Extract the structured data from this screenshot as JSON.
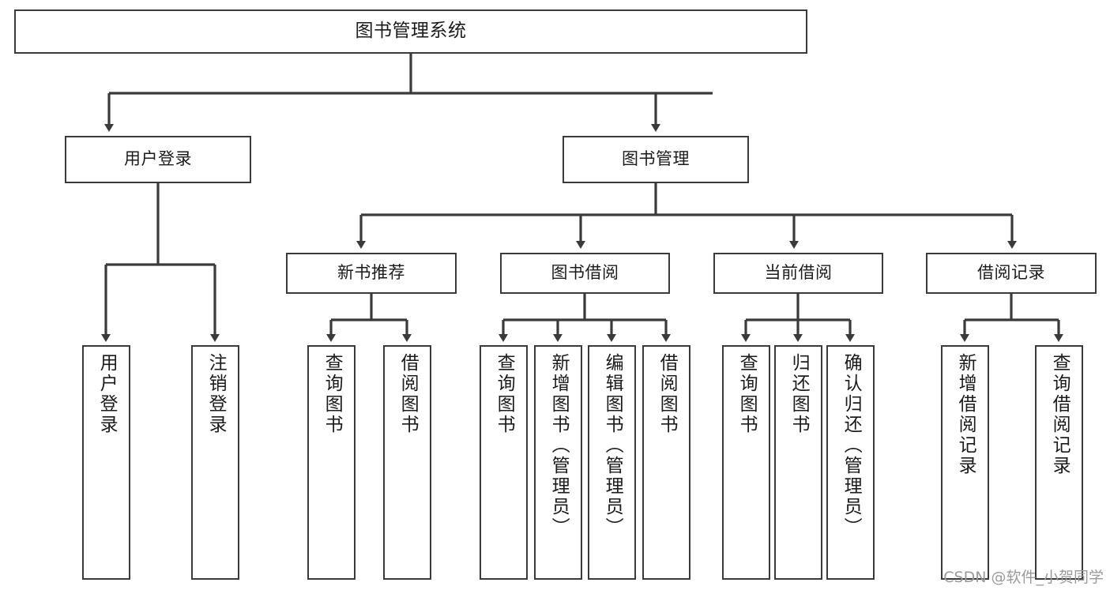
{
  "diagram": {
    "title": "图书管理系统",
    "type": "functional-structure-tree",
    "orientation": "top-down",
    "watermark": "CSDN @软件_小贺同学",
    "colors": {
      "box_border": "#3a3a3a",
      "box_fill": "#ffffff",
      "connector": "#3a3a3a",
      "text": "#1b1b1b",
      "watermark": "#9a9a9a",
      "background": "#ffffff"
    },
    "root": {
      "label": "图书管理系统"
    },
    "level2": [
      {
        "id": "user-login",
        "label": "用户登录"
      },
      {
        "id": "book-manage",
        "label": "图书管理"
      }
    ],
    "level3": [
      {
        "id": "new-book-recommend",
        "label": "新书推荐",
        "parent": "book-manage"
      },
      {
        "id": "book-borrow",
        "label": "图书借阅",
        "parent": "book-manage"
      },
      {
        "id": "current-borrow",
        "label": "当前借阅",
        "parent": "book-manage"
      },
      {
        "id": "borrow-record",
        "label": "借阅记录",
        "parent": "book-manage"
      }
    ],
    "leaves": {
      "user-login": [
        {
          "id": "leaf-user-login",
          "label": "用户登录"
        },
        {
          "id": "leaf-user-logout",
          "label": "注销登录"
        }
      ],
      "new-book-recommend": [
        {
          "id": "leaf-query-book-1",
          "label": "查询图书"
        },
        {
          "id": "leaf-borrow-book-1",
          "label": "借阅图书"
        }
      ],
      "book-borrow": [
        {
          "id": "leaf-query-book-2",
          "label": "查询图书"
        },
        {
          "id": "leaf-add-book",
          "label": "新增图书（管理员）"
        },
        {
          "id": "leaf-edit-book",
          "label": "编辑图书（管理员）"
        },
        {
          "id": "leaf-borrow-book-2",
          "label": "借阅图书"
        }
      ],
      "current-borrow": [
        {
          "id": "leaf-query-book-3",
          "label": "查询图书"
        },
        {
          "id": "leaf-return-book",
          "label": "归还图书"
        },
        {
          "id": "leaf-confirm-return",
          "label": "确认归还（管理员）"
        }
      ],
      "borrow-record": [
        {
          "id": "leaf-add-record",
          "label": "新增借阅记录"
        },
        {
          "id": "leaf-query-record",
          "label": "查询借阅记录"
        }
      ]
    }
  }
}
